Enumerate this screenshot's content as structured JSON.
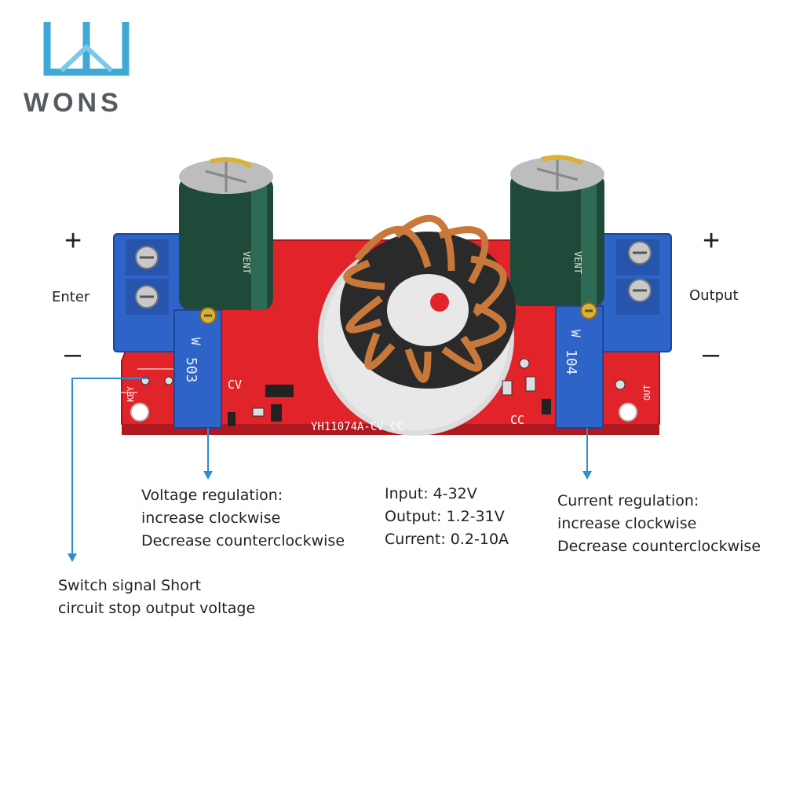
{
  "logo": {
    "text": "WONS",
    "mark_color": "#3fa9d6",
    "text_color": "#555a60"
  },
  "input_side": {
    "plus": "+",
    "label": "Enter",
    "minus": "–"
  },
  "output_side": {
    "plus": "+",
    "label": "Output",
    "minus": "–"
  },
  "annotations": {
    "voltage": {
      "line1": "Voltage regulation:",
      "line2": "increase clockwise",
      "line3": "Decrease counterclockwise"
    },
    "specs": {
      "input": "Input: 4-32V",
      "output": "Output: 1.2-31V",
      "current": "Current: 0.2-10A"
    },
    "current_reg": {
      "line1": "Current regulation:",
      "line2": "increase clockwise",
      "line3": "Decrease counterclockwise"
    },
    "switch": {
      "line1": "Switch signal Short",
      "line2": "circuit stop output voltage"
    }
  },
  "board": {
    "silkscreen_model": "YH11074A-CV CC",
    "cv_label": "CV",
    "cc_label": "CC",
    "key_label": "KEY",
    "out_label": "OUT",
    "pot_left_code": "503",
    "pot_right_code": "104",
    "pot_marking": "W",
    "cap_marking": "VENT",
    "colors": {
      "pcb": "#e0242a",
      "terminal": "#2e64c8",
      "capacitor": "#1f4a3a",
      "copper": "#c8783a",
      "toroid": "#2a2a2a"
    }
  },
  "arrow_color": "#2a8fd0"
}
